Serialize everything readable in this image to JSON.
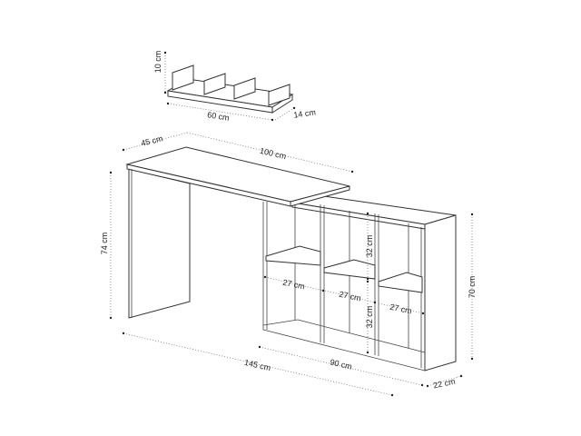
{
  "labels": {
    "shelf_height": "10 cm",
    "shelf_width": "60 cm",
    "shelf_depth": "14 cm",
    "desk_depth": "45 cm",
    "desk_width": "100 cm",
    "desk_height": "74 cm",
    "cell_height_top": "32 cm",
    "cell_width_left": "27 cm",
    "cell_width_mid": "27 cm",
    "cell_width_right": "27 cm",
    "cell_height_bottom": "32 cm",
    "unit_height": "70 cm",
    "total_width": "145 cm",
    "unit_width": "90 cm",
    "unit_depth": "22 cm"
  }
}
